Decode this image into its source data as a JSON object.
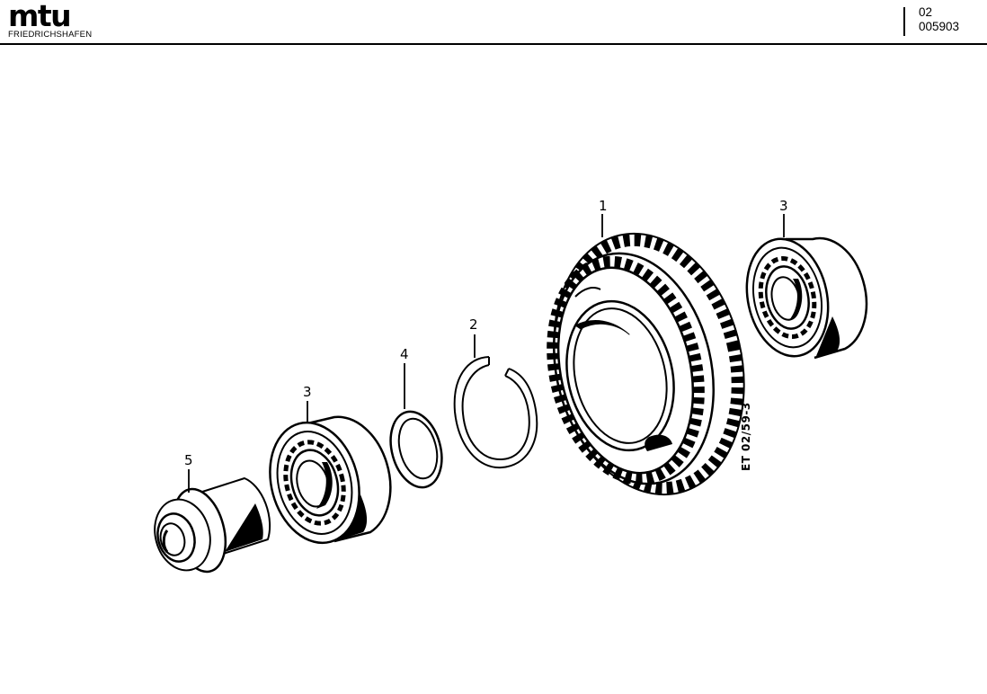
{
  "header": {
    "logo_word": "mtu",
    "logo_sub": "FRIEDRICHSHAFEN",
    "group": "02",
    "doc_number": "005903"
  },
  "drawing": {
    "reference": "ET 02/59-3",
    "callouts": {
      "gear": "1",
      "snap_ring": "2",
      "bearing_right": "3",
      "bearing_left": "3",
      "shim": "4",
      "bushing": "5"
    }
  }
}
